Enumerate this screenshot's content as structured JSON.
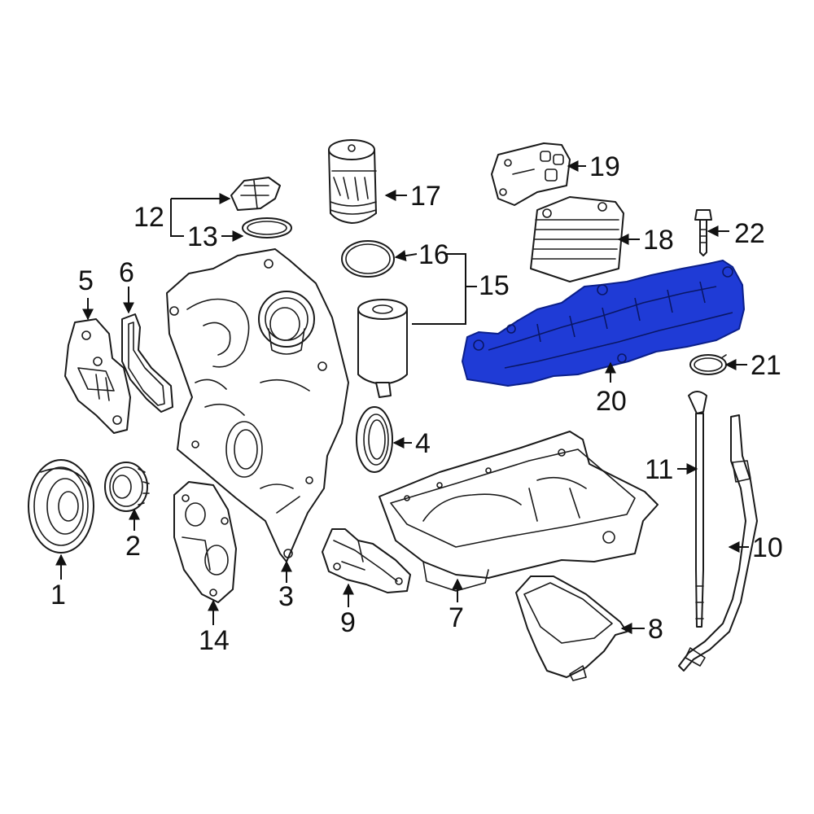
{
  "colors": {
    "highlight": "#1f3bd6",
    "highlight_stroke": "#0b1f8a",
    "line": "#1a1a1a",
    "background": "#ffffff"
  },
  "callouts": {
    "c1": "1",
    "c2": "2",
    "c3": "3",
    "c4": "4",
    "c5": "5",
    "c6": "6",
    "c7": "7",
    "c8": "8",
    "c9": "9",
    "c10": "10",
    "c11": "11",
    "c12": "12",
    "c13": "13",
    "c14": "14",
    "c15": "15",
    "c16": "16",
    "c17": "17",
    "c18": "18",
    "c19": "19",
    "c20": "20",
    "c21": "21",
    "c22": "22"
  },
  "highlighted_part": "20"
}
